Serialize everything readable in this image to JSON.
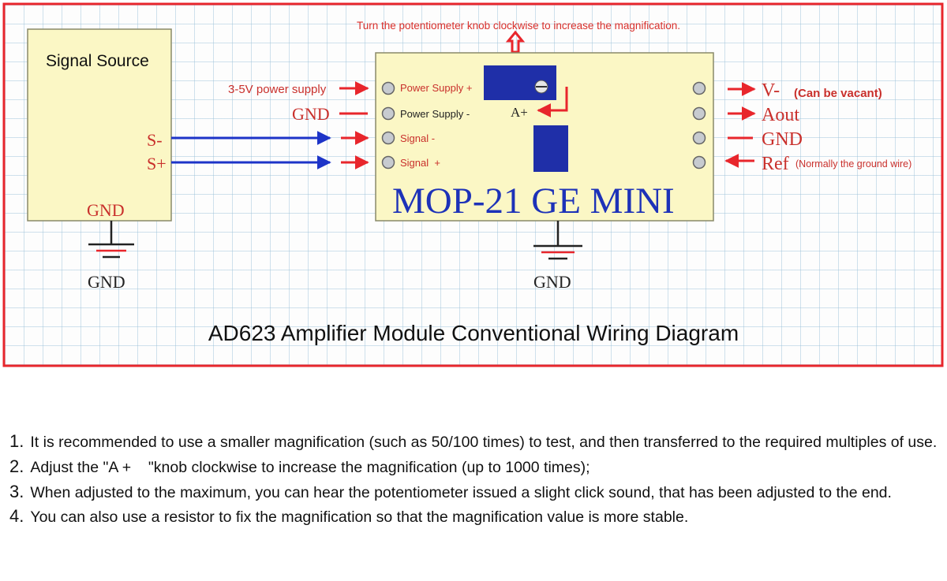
{
  "diagram": {
    "top_hint": "Turn the potentiometer knob clockwise to increase the magnification.",
    "signal_source": {
      "title": "Signal Source",
      "s_minus": "S-",
      "s_plus": "S+",
      "gnd": "GND"
    },
    "left_ground_label": "GND",
    "left_inputs": {
      "power": "3-5V power supply",
      "gnd": "GND"
    },
    "module": {
      "name": "MOP-21 GE MINI",
      "pins_left": [
        "Power Supply +",
        "Power Supply -",
        "Signal -",
        "Signal  +"
      ],
      "pot_label": "A+"
    },
    "right_pins": {
      "v_minus": "V-",
      "v_minus_note": "(Can be vacant)",
      "aout": "Aout",
      "gnd": "GND",
      "ref": "Ref",
      "ref_note": "(Normally the ground wire)"
    },
    "module_ground_label": "GND",
    "title": "AD623 Amplifier Module Conventional Wiring Diagram",
    "colors": {
      "frame": "#e8262c",
      "red_text": "#d9302b",
      "blue_wire": "#1d34c8",
      "box_fill": "#fbf7c5",
      "pot_blue": "#1f2fa8",
      "module_title": "#1d32b8"
    }
  },
  "notes": [
    {
      "num": "1.",
      "text": "It is recommended to use a smaller magnification (such as 50/100 times) to test, and then transferred to the required multiples of use."
    },
    {
      "num": "2.",
      "text": "Adjust the \"A +    \"knob clockwise to increase the magnification (up to 1000 times);"
    },
    {
      "num": "3.",
      "text": "When adjusted to the maximum, you can hear the potentiometer issued a slight click sound, that has been adjusted to the end."
    },
    {
      "num": "4.",
      "text": "You can also use a resistor to fix the magnification so that the magnification value is more stable."
    }
  ]
}
